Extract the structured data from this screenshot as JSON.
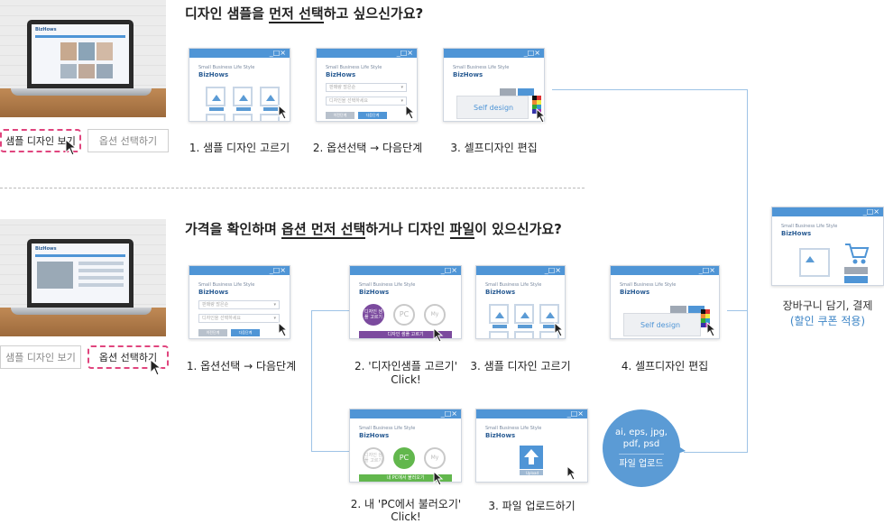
{
  "section1": {
    "heading_pre": "디자인 샘플을 ",
    "heading_ul": "먼저 선택",
    "heading_post": "하고 싶으신가요?",
    "btn_active": "샘플 디자인 보기",
    "btn_inactive": "옵션 선택하기",
    "steps": [
      "1. 샘플 디자인 고르기",
      "2. 옵션선택 → 다음단계",
      "3. 셀프디자인 편집"
    ]
  },
  "section2": {
    "heading_pre": "가격을 확인하며 ",
    "heading_ul1": "옵션 먼저 선택",
    "heading_mid": "하거나 디자인 ",
    "heading_ul2": "파일",
    "heading_post": "이 있으신가요?",
    "btn_inactive": "샘플 디자인 보기",
    "btn_active": "옵션 선택하기",
    "step1": "1. 옵션선택 → 다음단계",
    "step2a_line1": "2. '디자인샘플 고르기'",
    "step2a_line2": "Click!",
    "step3a": "3. 샘플 디자인 고르기",
    "step4a": "4. 셀프디자인 편집",
    "step2b_line1": "2. 내 'PC에서 불러오기'",
    "step2b_line2": "Click!",
    "step3b": "3. 파일 업로드하기"
  },
  "window": {
    "logo": "BizHows",
    "logo_small": "Small Business Life Style",
    "controls": "_□×",
    "self_design": "Self design",
    "select1": "판매량 많은순",
    "select2": "디자인을 선택하세요",
    "btn_prev": "이전단계",
    "btn_next": "다음단계",
    "circle_design": "디자인 샘플 고르기",
    "circle_pc": "PC",
    "circle_my": "My",
    "bar_design": "디자인 샘플 고르기",
    "bar_pc": "내 PC에서 불러오기",
    "upload": "Upload"
  },
  "bubble": {
    "formats": "ai, eps, jpg, pdf, psd",
    "label": "파일 업로드"
  },
  "final": {
    "line1": "장바구니 담기, 결제",
    "line2": "(할인 쿠폰 적용)"
  },
  "colors": {
    "accent": "#4f95d6",
    "active_border": "#e0457e",
    "purple": "#7b4a9e",
    "green": "#62b74d"
  }
}
